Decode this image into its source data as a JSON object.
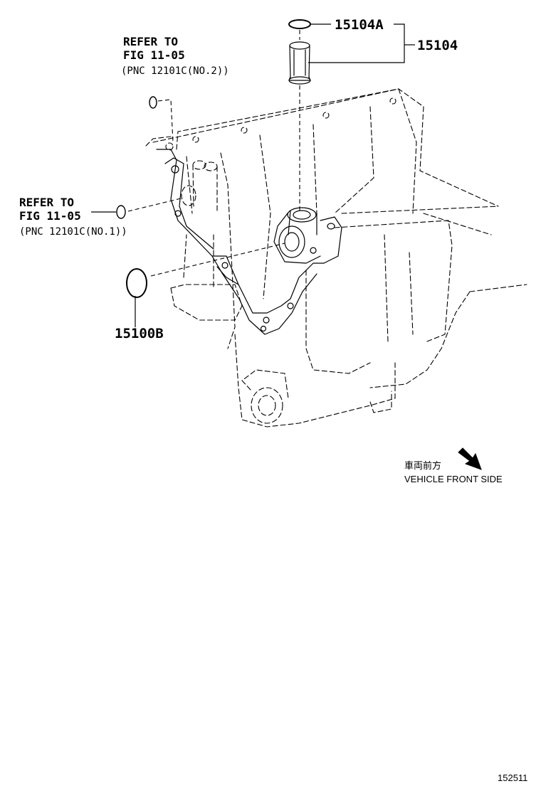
{
  "refer_upper": {
    "line1": "REFER TO",
    "line2": "FIG 11-05",
    "line3": "(PNC 12101C(NO.2))"
  },
  "refer_left": {
    "line1": "REFER TO",
    "line2": "FIG 11-05",
    "line3": "(PNC 12101C(NO.1))"
  },
  "parts": {
    "p15104a": "15104A",
    "p15104": "15104",
    "p15100b": "15100B"
  },
  "direction": {
    "jp": "車両前方",
    "en": "VEHICLE FRONT SIDE"
  },
  "illustration_id": "152511",
  "icons": [
    "ring-icon",
    "strainer-icon",
    "direction-arrow-icon"
  ]
}
